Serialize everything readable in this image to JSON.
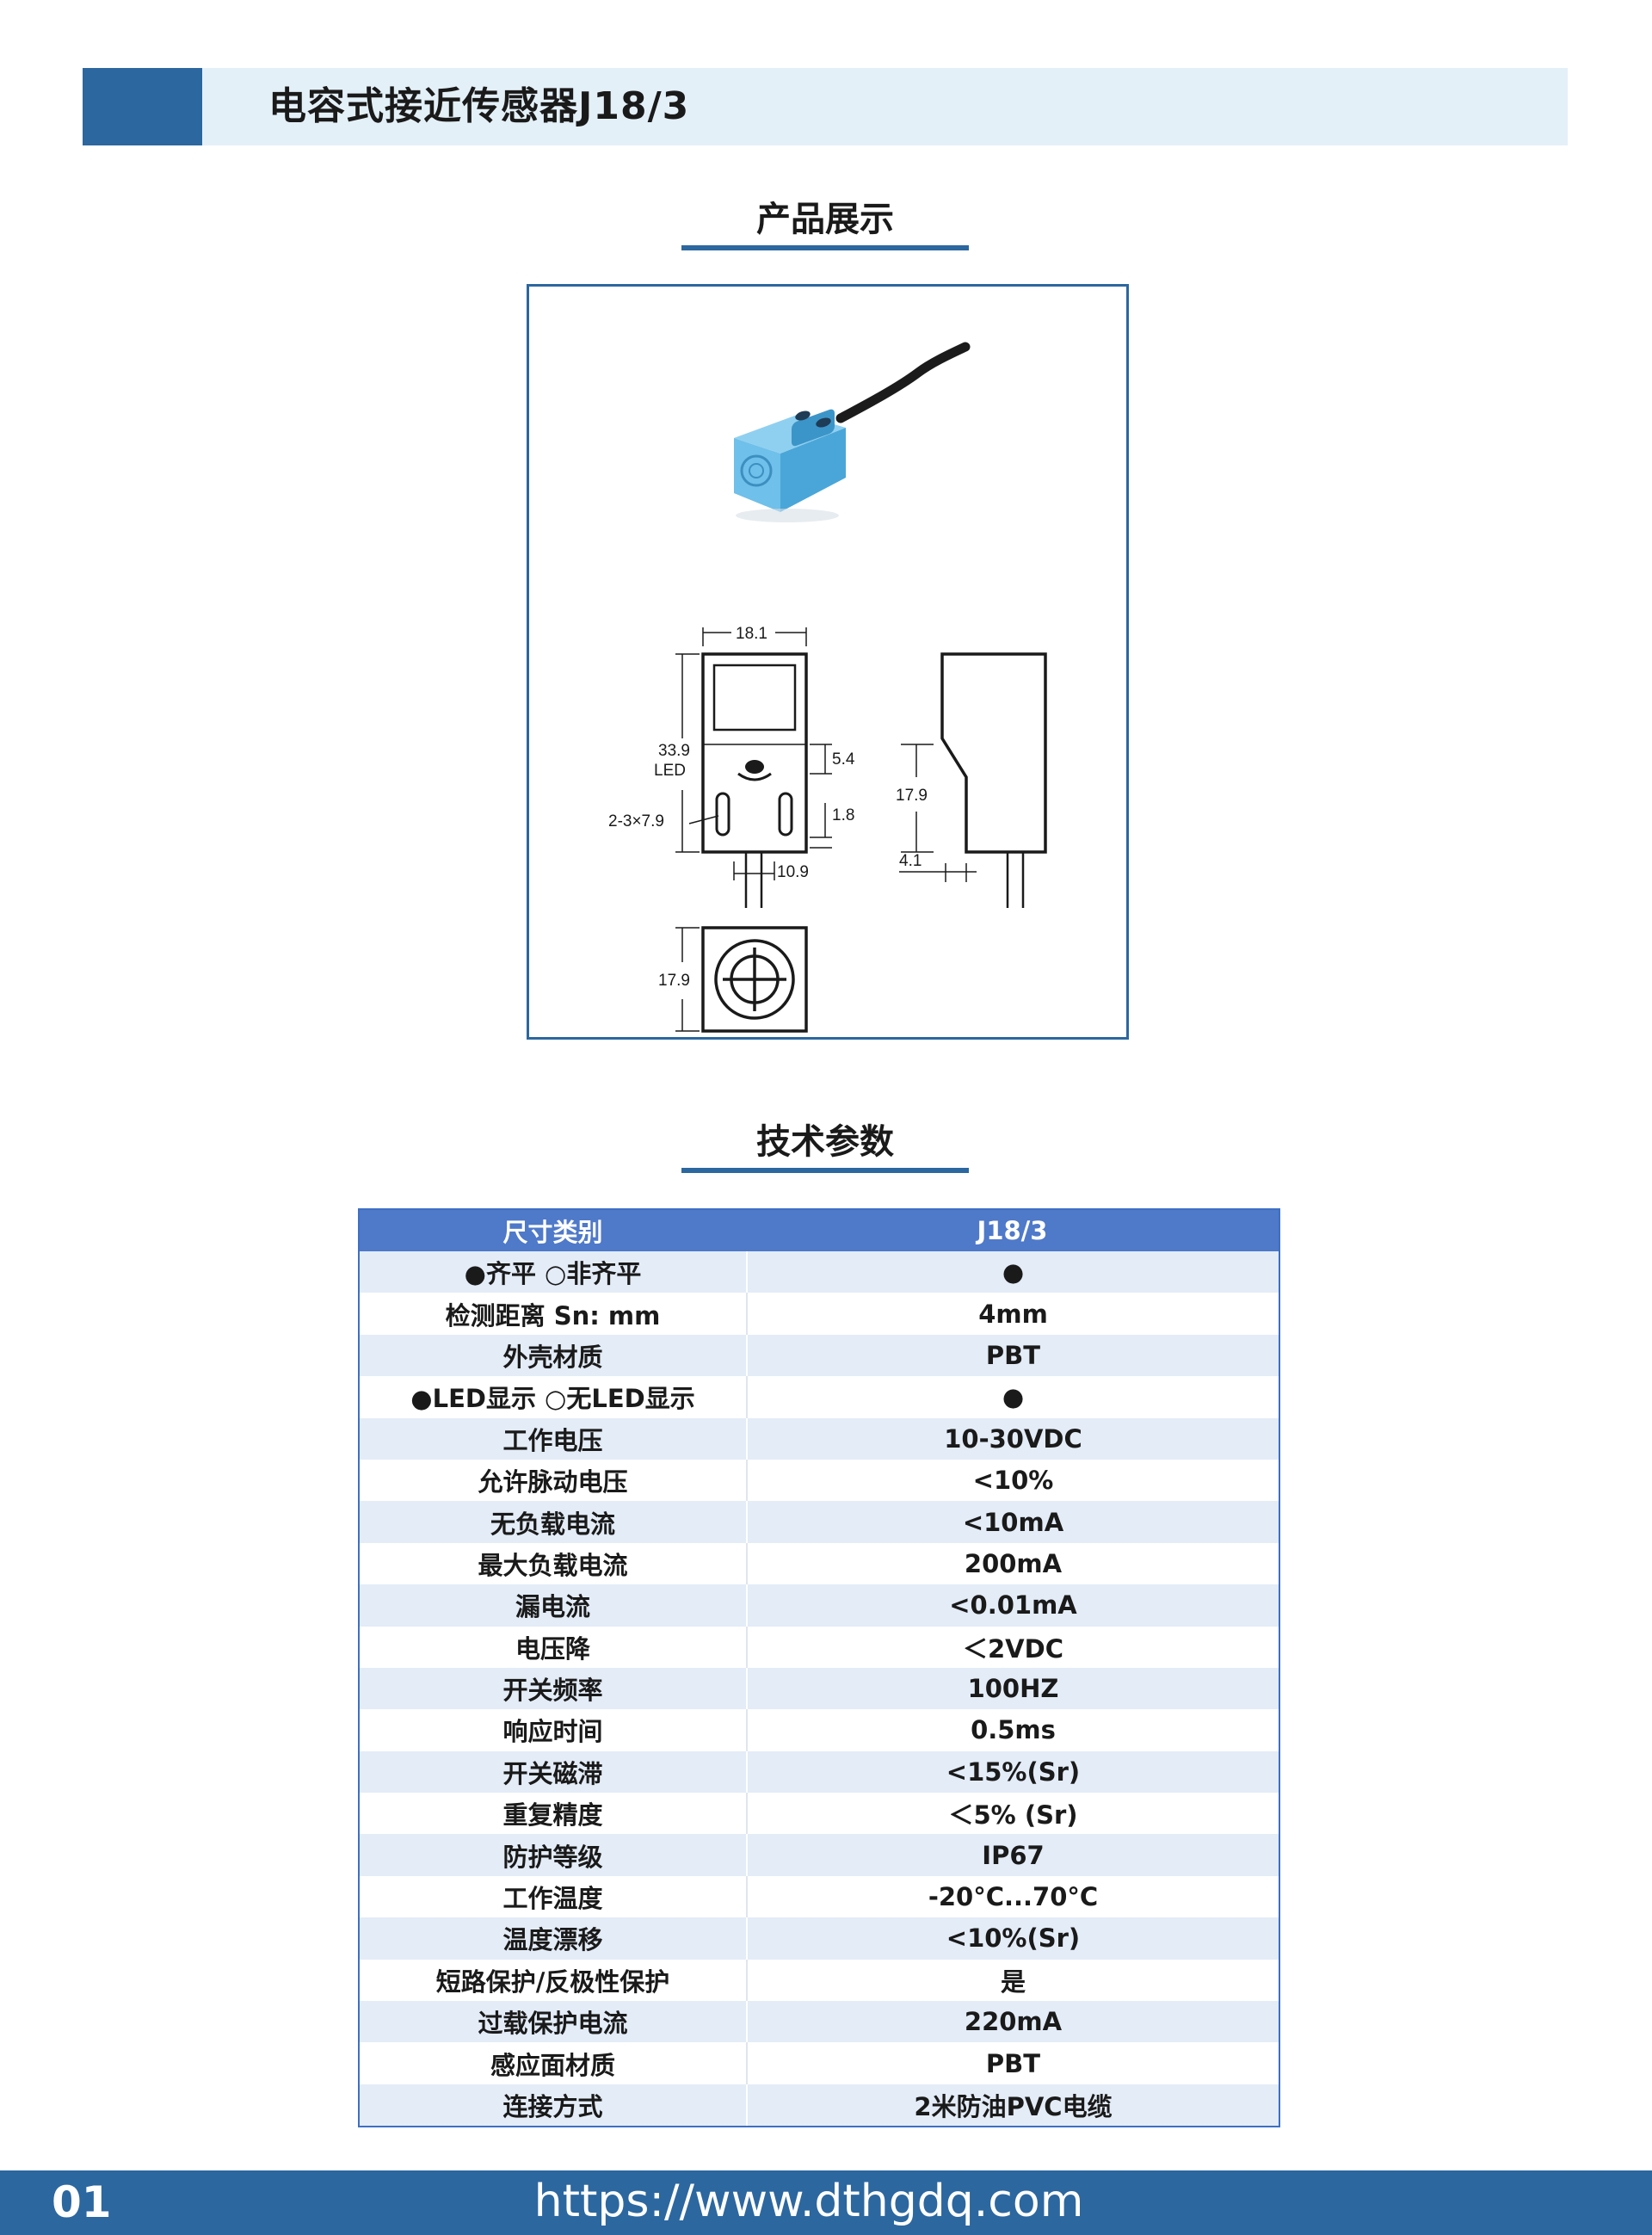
{
  "header": {
    "title": "电容式接近传感器J18/3"
  },
  "product_section": {
    "title": "产品展示",
    "drawing": {
      "dim_width": "18.1",
      "dim_height": "33.9",
      "led_label": "LED",
      "hole_label": "2-3×7.9",
      "dim_5_4": "5.4",
      "dim_1_8": "1.8",
      "dim_10_9": "10.9",
      "dim_17_9_side": "17.9",
      "dim_4_1": "4.1",
      "dim_17_9_bottom": "17.9"
    }
  },
  "spec_section": {
    "title": "技术参数",
    "header": {
      "label": "尺寸类别",
      "value": "J18/3"
    },
    "rows": [
      {
        "label": "●齐平 ○非齐平",
        "value": "●"
      },
      {
        "label": "检测距离 Sn: mm",
        "value": "4mm"
      },
      {
        "label": "外壳材质",
        "value": "PBT"
      },
      {
        "label": "●LED显示 ○无LED显示",
        "value": "●"
      },
      {
        "label": "工作电压",
        "value": "10-30VDC"
      },
      {
        "label": "允许脉动电压",
        "value": "<10%"
      },
      {
        "label": "无负载电流",
        "value": "<10mA"
      },
      {
        "label": "最大负载电流",
        "value": "200mA"
      },
      {
        "label": "漏电流",
        "value": "<0.01mA"
      },
      {
        "label": "电压降",
        "value": "＜2VDC"
      },
      {
        "label": "开关频率",
        "value": "100HZ"
      },
      {
        "label": "响应时间",
        "value": "0.5ms"
      },
      {
        "label": "开关磁滞",
        "value": "<15%(Sr)"
      },
      {
        "label": "重复精度",
        "value": "＜5% (Sr)"
      },
      {
        "label": "防护等级",
        "value": "IP67"
      },
      {
        "label": "工作温度",
        "value": "-20°C...70°C"
      },
      {
        "label": "温度漂移",
        "value": "<10%(Sr)"
      },
      {
        "label": "短路保护/反极性保护",
        "value": "是"
      },
      {
        "label": "过载保护电流",
        "value": "220mA"
      },
      {
        "label": "感应面材质",
        "value": "PBT"
      },
      {
        "label": "连接方式",
        "value": "2米防油PVC电缆"
      }
    ]
  },
  "footer": {
    "page_number": "01",
    "url": "https://www.dthgdq.com"
  },
  "colors": {
    "brand_blue": "#2c679f",
    "header_light": "#e4f0f8",
    "table_header": "#4f79c9",
    "row_stripe": "#e3ecf7",
    "sensor_body": "#5fb6e3"
  }
}
